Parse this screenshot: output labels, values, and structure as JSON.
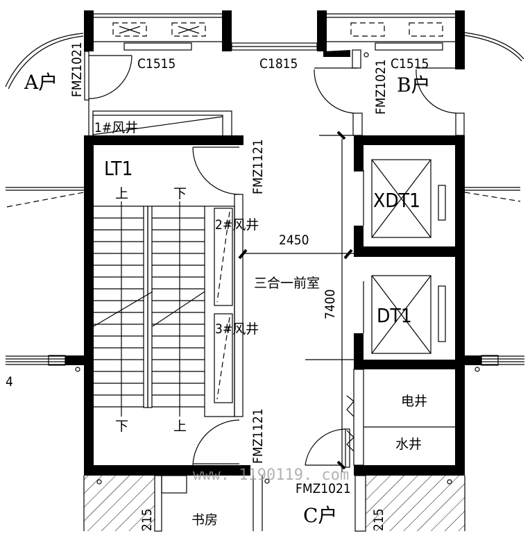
{
  "units": {
    "a": "A户",
    "b": "B户",
    "c": "C户"
  },
  "windows": {
    "c1515_left": "C1515",
    "c1815": "C1815",
    "c1515_right": "C1515"
  },
  "doors": {
    "a_door": "FMZ1021",
    "b_door": "FMZ1021",
    "c_door": "FMZ1021",
    "stair_top": "FMZ1121",
    "stair_bottom": "FMZ1121"
  },
  "shafts": {
    "wind1": "1#风井",
    "wind2": "2#风井",
    "wind3": "3#风井",
    "electric": "电井",
    "water": "水井"
  },
  "stair": {
    "name": "LT1",
    "up_top": "上",
    "down_top": "下",
    "down_bottom": "下",
    "up_bottom": "上"
  },
  "elevators": {
    "fire": "XDT1",
    "normal": "DT1"
  },
  "lobby": "三合一前室",
  "dims": {
    "width": "2450",
    "depth": "7400",
    "side": "215",
    "side2": "215",
    "axis": "4"
  },
  "rooms": {
    "study": "书房"
  },
  "watermark": "www. 1190119. com"
}
